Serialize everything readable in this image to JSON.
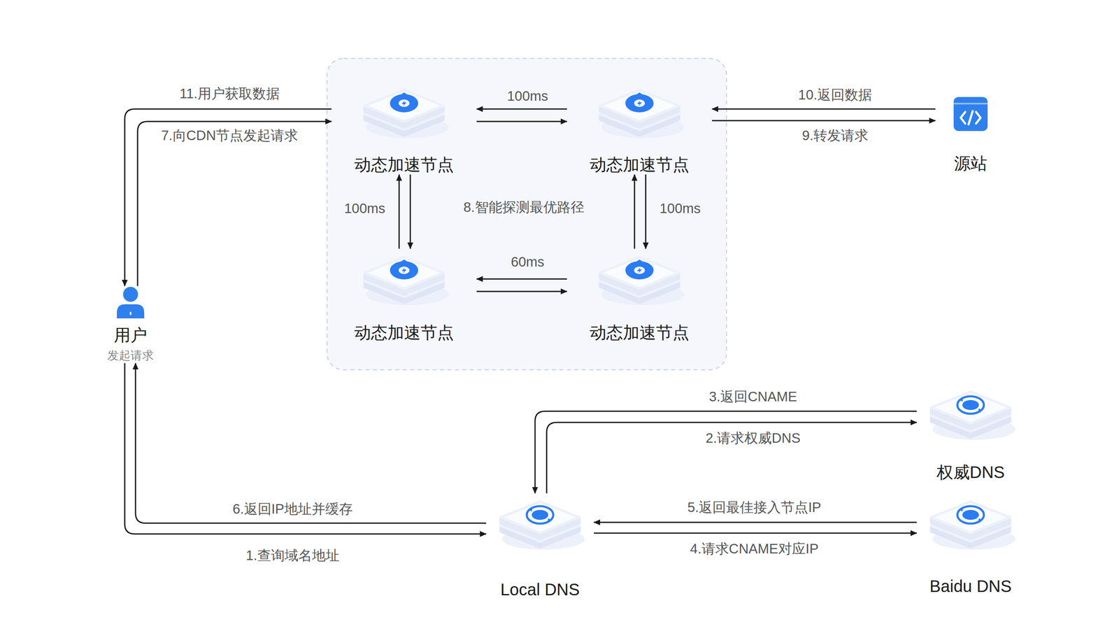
{
  "diagram": {
    "nodes": [
      {
        "text": [
          "用户",
          "发起请求"
        ]
      },
      {
        "text": [
          "动态加速节点"
        ]
      },
      {
        "text": [
          "动态加速节点"
        ]
      },
      {
        "text": [
          "源站"
        ]
      },
      {
        "text": [
          "动态加速节点"
        ]
      },
      {
        "text": [
          "动态加速节点"
        ]
      },
      {
        "text": [
          "权威DNS"
        ]
      },
      {
        "text": [
          "Local DNS"
        ]
      },
      {
        "text": [
          "Baidu DNS"
        ]
      }
    ],
    "edges": [
      {
        "from": 1,
        "to": 0,
        "label": "11.用户获取数据",
        "arrow": "to"
      },
      {
        "from": 0,
        "to": 1,
        "label": "7.向CDN节点发起请求",
        "arrow": "to"
      },
      {
        "from": 2,
        "to": 1,
        "label": "100ms",
        "arrow": "to"
      },
      {
        "from": 1,
        "to": 2,
        "arrow": "to"
      },
      {
        "from": 4,
        "to": 1,
        "label": "100ms",
        "arrow": "to"
      },
      {
        "from": 1,
        "to": 4,
        "arrow": "to"
      },
      {
        "from": 5,
        "to": 2,
        "label": "100ms",
        "arrow": "to"
      },
      {
        "from": 2,
        "to": 5,
        "arrow": "to"
      },
      {
        "from": 5,
        "to": 4,
        "label": "60ms",
        "arrow": "to"
      },
      {
        "from": 4,
        "to": 5,
        "arrow": "to"
      },
      {
        "from": 3,
        "to": 2,
        "label": "10.返回数据",
        "arrow": "to"
      },
      {
        "from": 2,
        "to": 3,
        "label": "9.转发请求",
        "arrow": "to"
      },
      {
        "from": 6,
        "to": 7,
        "label": "3.返回CNAME",
        "arrow": "to"
      },
      {
        "from": 7,
        "to": 6,
        "label": "2.请求权威DNS",
        "arrow": "to"
      },
      {
        "from": 8,
        "to": 7,
        "label": "5.返回最佳接入节点IP",
        "arrow": "to"
      },
      {
        "from": 7,
        "to": 8,
        "label": "4.请求CNAME对应IP",
        "arrow": "to"
      },
      {
        "from": 7,
        "to": 0,
        "label": "6.返回IP地址并缓存",
        "arrow": "to"
      },
      {
        "from": 0,
        "to": 7,
        "label": "1.查询域名地址",
        "arrow": "to"
      }
    ],
    "labels": [
      "8.智能探测最优路径"
    ]
  }
}
